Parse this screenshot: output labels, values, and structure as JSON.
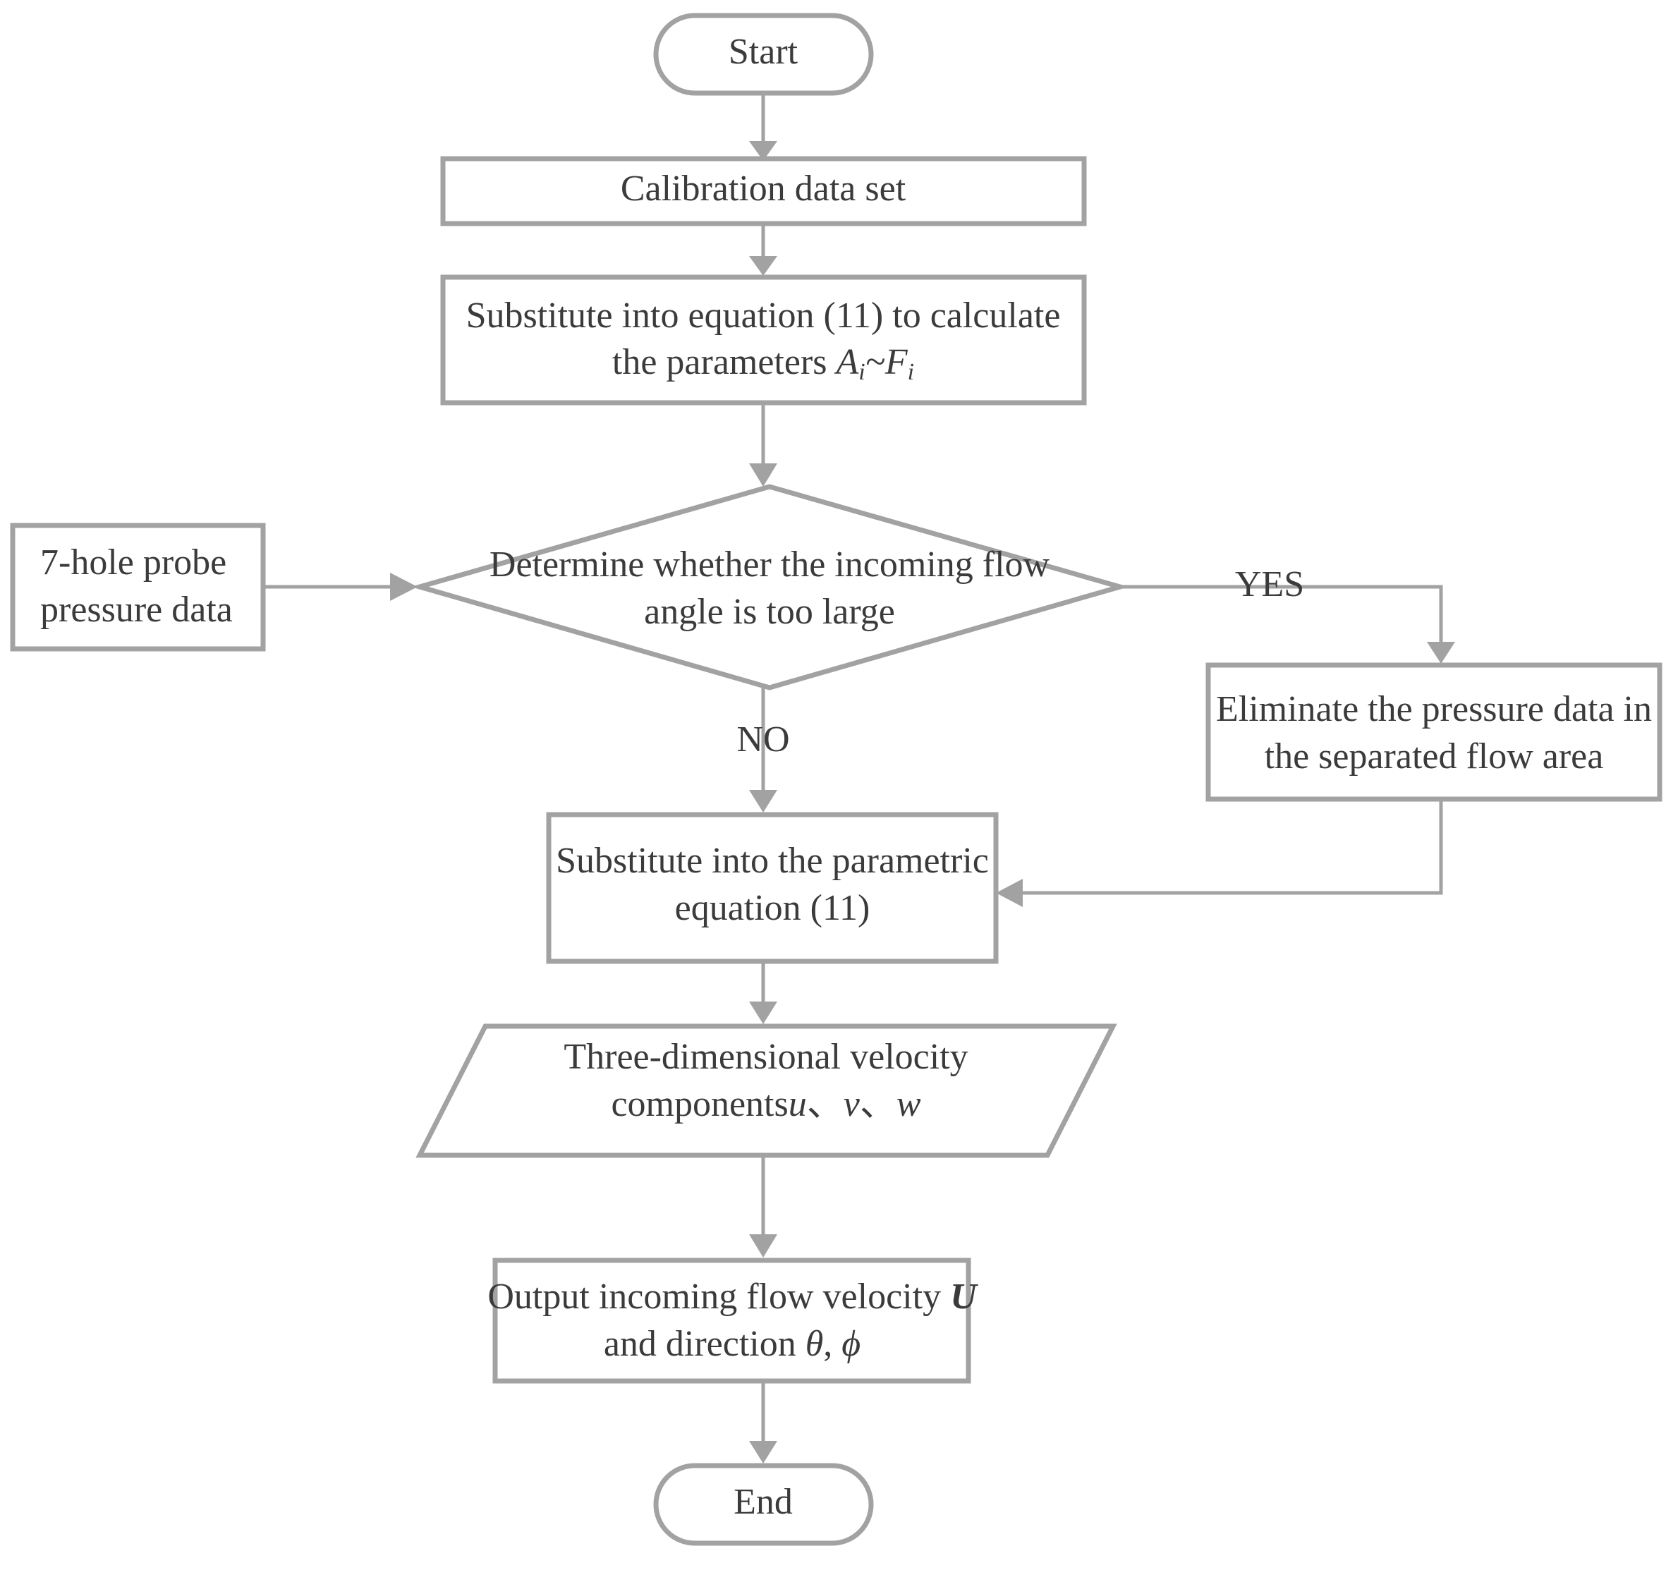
{
  "diagram": {
    "title": "Seven-hole probe data processing flowchart",
    "colors": {
      "shape_stroke": "#a2a2a2",
      "shape_fill": "#ffffff",
      "text": "#3b3b3b",
      "connector": "#a2a2a2",
      "background": "#ffffff"
    },
    "nodes": {
      "start": {
        "label": "Start",
        "shape": "terminator"
      },
      "calibration": {
        "label": "Calibration data set",
        "shape": "process"
      },
      "substitute_eq11": {
        "line1": "Substitute into equation (11) to calculate",
        "line2_prefix": "the parameters ",
        "line2_sym1": "A",
        "line2_sub1": "i",
        "line2_tilde": "~",
        "line2_sym2": "F",
        "line2_sub2": "i",
        "shape": "process"
      },
      "probe_data": {
        "line1": "7-hole probe",
        "line2": "pressure data",
        "shape": "process"
      },
      "decision": {
        "line1": "Determine whether the incoming flow",
        "line2": "angle is too large",
        "shape": "decision"
      },
      "eliminate": {
        "line1": "Eliminate the  pressure data in",
        "line2": "the separated flow area",
        "shape": "process"
      },
      "substitute_parametric": {
        "line1": "Substitute into the parametric",
        "line2": "equation (11)",
        "shape": "process"
      },
      "velocity_components": {
        "line1": "Three-dimensional velocity",
        "line2_prefix": "components",
        "line2_sym1": "u",
        "line2_sep1": "、",
        "line2_sym2": "v",
        "line2_sep2": "、",
        "line2_sym3": "w",
        "shape": "data-parallelogram"
      },
      "output": {
        "line1_prefix": "Output incoming flow velocity ",
        "line1_sym": "U",
        "line2_prefix": "and direction  ",
        "line2_sym1": "θ",
        "line2_comma": ", ",
        "line2_sym2": "ϕ",
        "shape": "process"
      },
      "end": {
        "label": "End",
        "shape": "terminator"
      }
    },
    "edge_labels": {
      "yes": "YES",
      "no": "NO"
    }
  }
}
